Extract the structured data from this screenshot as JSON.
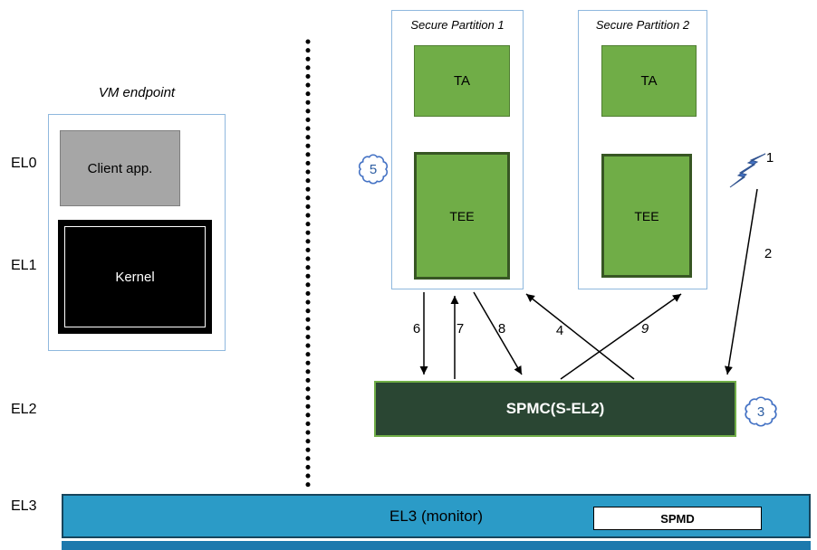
{
  "el_levels": {
    "el0": "EL0",
    "el1": "EL1",
    "el2": "EL2",
    "el3": "EL3"
  },
  "vm_endpoint": {
    "title": "VM endpoint",
    "client_app_label": "Client app.",
    "kernel_label": "Kernel"
  },
  "secure_partitions": [
    {
      "title": "Secure Partition 1",
      "ta_label": "TA",
      "tee_label": "TEE"
    },
    {
      "title": "Secure Partition 2",
      "ta_label": "TA",
      "tee_label": "TEE"
    }
  ],
  "spmc": {
    "label": "SPMC(S-EL2)"
  },
  "monitor": {
    "label": "EL3 (monitor)",
    "spmd_label": "SPMD"
  },
  "flow_numbers": {
    "n1": "1",
    "n2": "2",
    "n3": "3",
    "n4": "4",
    "n5": "5",
    "n6": "6",
    "n7": "7",
    "n8": "8",
    "n9": "9"
  },
  "colors": {
    "partition_border": "#8fb8de",
    "ta_tee_green": "#70ad47",
    "tee_border": "#375623",
    "spmc_fill": "#2a4633",
    "spmc_border": "#70ad47",
    "el3_bar_blue": "#2b9bc7",
    "annotation_blue": "#4472c4",
    "client_app_gray": "#a6a6a6"
  }
}
